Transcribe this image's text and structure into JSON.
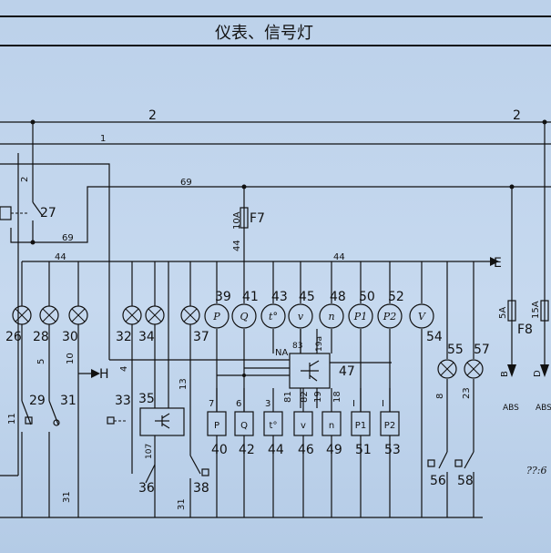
{
  "title": "仪表、信号灯",
  "wire_labels": {
    "bus_left": "2",
    "bus_right": "2",
    "line1": "1",
    "line2_vert": "2",
    "line69_top": "69",
    "line69_left": "69",
    "line44_left": "44",
    "line44_right": "44",
    "line44_vert": "44",
    "w5": "5",
    "w10": "10",
    "w11": "11",
    "w4": "4",
    "w13": "13",
    "w107": "107",
    "w31a": "31",
    "w31b": "31",
    "w7": "7",
    "w6": "6",
    "w3": "3",
    "w81": "81",
    "w82": "82",
    "w19": "19",
    "w18": "18",
    "w83": "83",
    "w19a": "19a",
    "w8": "8",
    "w23": "23",
    "w_i": "I",
    "w_l": "I"
  },
  "arrow_labels": {
    "E": "E",
    "H": "H",
    "B": "B",
    "D": "D",
    "abs1": "ABS",
    "abs2": "ABS"
  },
  "fuses": {
    "f7": {
      "rating": "10A",
      "name": "F7"
    },
    "f8": {
      "rating": "5A",
      "name": "F8"
    },
    "f_right": {
      "rating": "15A"
    }
  },
  "relay": {
    "num": "27"
  },
  "lamps_left": [
    "26",
    "28",
    "30"
  ],
  "lamps_mid": [
    "32",
    "34"
  ],
  "lamp_37": "37",
  "gauges": [
    {
      "num": "39",
      "symbol": "P"
    },
    {
      "num": "41",
      "symbol": "Q"
    },
    {
      "num": "43",
      "symbol": "t°"
    },
    {
      "num": "45",
      "symbol": "v"
    },
    {
      "num": "48",
      "symbol": "n"
    },
    {
      "num": "50",
      "symbol": "P1"
    },
    {
      "num": "52",
      "symbol": "P2"
    }
  ],
  "voltmeter": {
    "num": "54",
    "symbol": "V"
  },
  "lamps_right": [
    "55",
    "57"
  ],
  "module": {
    "num": "47",
    "pin": "NA"
  },
  "senders": [
    {
      "num": "40",
      "symbol": "P"
    },
    {
      "num": "42",
      "symbol": "Q"
    },
    {
      "num": "44",
      "symbol": "t°"
    },
    {
      "num": "46",
      "symbol": "v"
    },
    {
      "num": "49",
      "symbol": "n"
    },
    {
      "num": "51",
      "symbol": "P1"
    },
    {
      "num": "53",
      "symbol": "P2"
    }
  ],
  "switches": {
    "s29": "29",
    "s31": "31",
    "s33": "33",
    "s35": "35",
    "s36": "36",
    "s38": "38",
    "s56": "56",
    "s58": "58"
  },
  "margin_note": "??:6"
}
